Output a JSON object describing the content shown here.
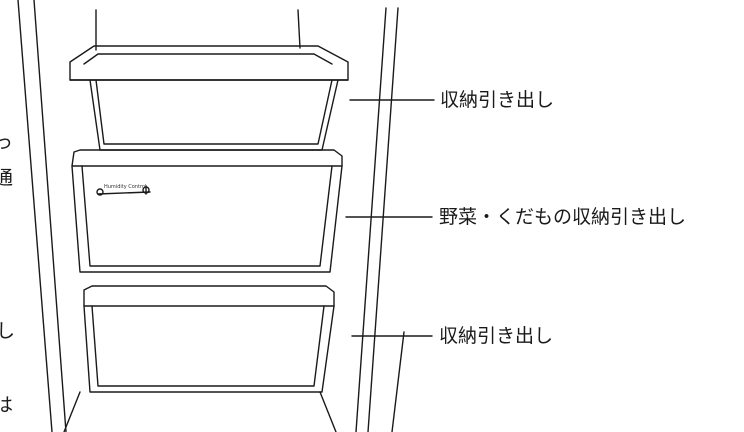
{
  "callouts": {
    "top": "収納引き出し",
    "middle": "野菜・くだもの収納引き出し",
    "bottom": "収納引き出し"
  },
  "humidity": {
    "label": "Humidity Control"
  },
  "edge_text": {
    "c1": "っ",
    "c2": "通",
    "c3": "し",
    "c4": "は"
  }
}
